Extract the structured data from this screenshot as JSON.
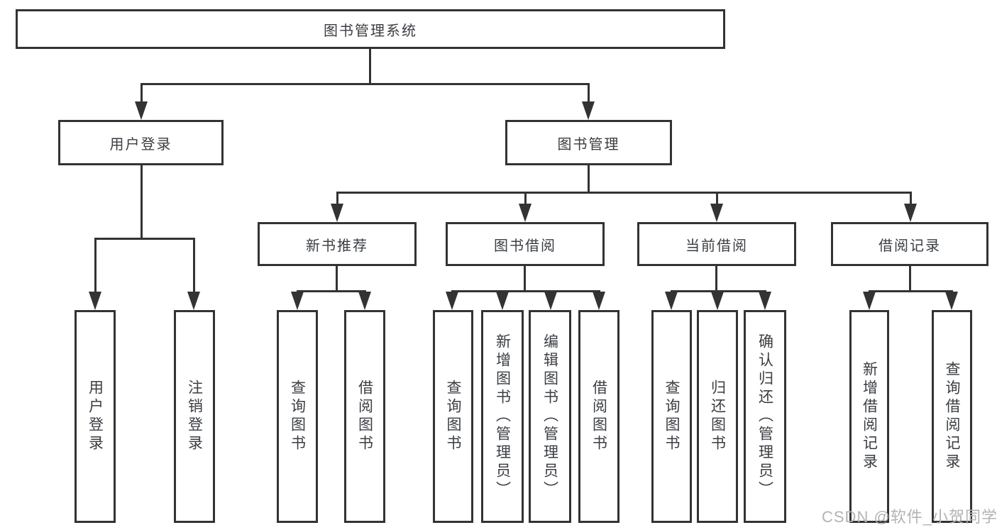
{
  "diagram": {
    "root": {
      "label": "图书管理系统"
    },
    "branches": [
      {
        "label": "用户登录",
        "children": [
          {
            "label": "用户登录"
          },
          {
            "label": "注销登录"
          }
        ]
      },
      {
        "label": "图书管理",
        "children": [
          {
            "label": "新书推荐",
            "children": [
              {
                "label": "查询图书"
              },
              {
                "label": "借阅图书"
              }
            ]
          },
          {
            "label": "图书借阅",
            "children": [
              {
                "label": "查询图书"
              },
              {
                "label": "新增图书（管理员）"
              },
              {
                "label": "编辑图书（管理员）"
              },
              {
                "label": "借阅图书"
              }
            ]
          },
          {
            "label": "当前借阅",
            "children": [
              {
                "label": "查询图书"
              },
              {
                "label": "归还图书"
              },
              {
                "label": "确认归还（管理员）"
              }
            ]
          },
          {
            "label": "借阅记录",
            "children": [
              {
                "label": "新增借阅记录"
              },
              {
                "label": "查询借阅记录"
              }
            ]
          }
        ]
      }
    ],
    "watermark": "CSDN @软件_小贺同学",
    "colors": {
      "line": "#333333",
      "text": "#3a3d42",
      "watermark": "#b3b3b3",
      "background": "#ffffff"
    }
  }
}
